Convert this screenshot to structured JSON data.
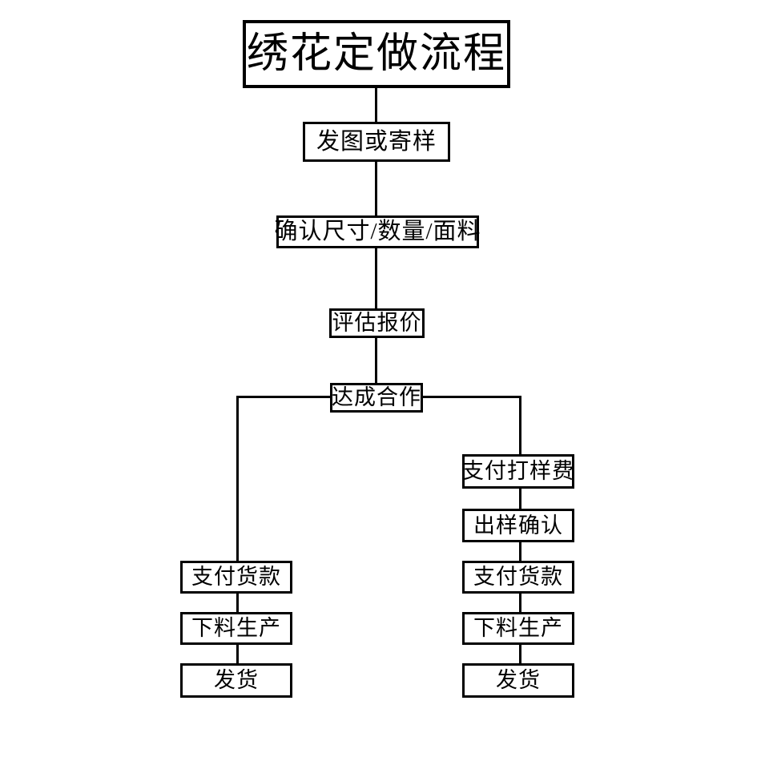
{
  "chart_data": {
    "type": "diagram",
    "title": "绣花定做流程",
    "diagram_kind": "flowchart",
    "orientation": "top-down",
    "nodes": [
      {
        "id": "title",
        "label": "绣花定做流程",
        "branch": "root"
      },
      {
        "id": "send",
        "label": "发图或寄样",
        "branch": "main"
      },
      {
        "id": "confirm",
        "label": "确认尺寸/数量/面料",
        "branch": "main"
      },
      {
        "id": "quote",
        "label": "评估报价",
        "branch": "main"
      },
      {
        "id": "deal",
        "label": "达成合作",
        "branch": "main"
      },
      {
        "id": "l-pay",
        "label": "支付货款",
        "branch": "left"
      },
      {
        "id": "l-produce",
        "label": "下料生产",
        "branch": "left"
      },
      {
        "id": "l-ship",
        "label": "发货",
        "branch": "left"
      },
      {
        "id": "r-sample-fee",
        "label": "支付打样费",
        "branch": "right"
      },
      {
        "id": "r-sample-ok",
        "label": "出样确认",
        "branch": "right"
      },
      {
        "id": "r-pay",
        "label": "支付货款",
        "branch": "right"
      },
      {
        "id": "r-produce",
        "label": "下料生产",
        "branch": "right"
      },
      {
        "id": "r-ship",
        "label": "发货",
        "branch": "right"
      }
    ],
    "edges": [
      {
        "from": "title",
        "to": "send"
      },
      {
        "from": "send",
        "to": "confirm"
      },
      {
        "from": "confirm",
        "to": "quote"
      },
      {
        "from": "quote",
        "to": "deal"
      },
      {
        "from": "deal",
        "to": "l-pay"
      },
      {
        "from": "l-pay",
        "to": "l-produce"
      },
      {
        "from": "l-produce",
        "to": "l-ship"
      },
      {
        "from": "deal",
        "to": "r-sample-fee"
      },
      {
        "from": "r-sample-fee",
        "to": "r-sample-ok"
      },
      {
        "from": "r-sample-ok",
        "to": "r-pay"
      },
      {
        "from": "r-pay",
        "to": "r-produce"
      },
      {
        "from": "r-produce",
        "to": "r-ship"
      }
    ],
    "colors": {
      "background": "#ffffff",
      "box_border": "#000000",
      "box_fill": "#ffffff",
      "text": "#000000",
      "connector": "#000000"
    }
  },
  "flowchart": {
    "title": "绣花定做流程",
    "main": {
      "send": "发图或寄样",
      "confirm": "确认尺寸/数量/面料",
      "quote": "评估报价",
      "deal": "达成合作"
    },
    "left_branch": {
      "pay": "支付货款",
      "produce": "下料生产",
      "ship": "发货"
    },
    "right_branch": {
      "sample_fee": "支付打样费",
      "sample_confirm": "出样确认",
      "pay": "支付货款",
      "produce": "下料生产",
      "ship": "发货"
    }
  }
}
